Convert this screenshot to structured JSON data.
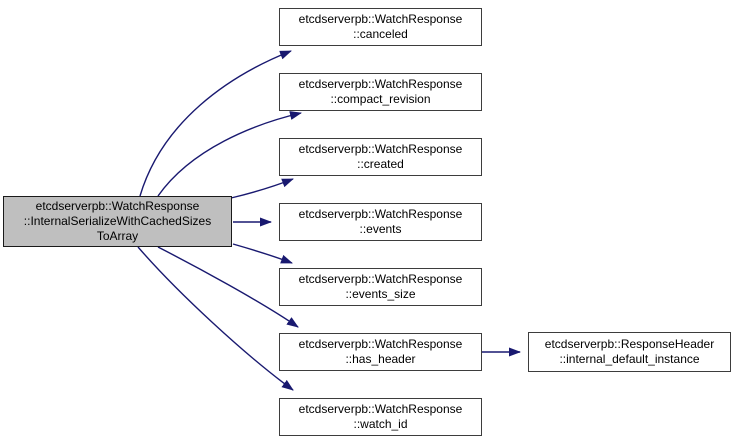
{
  "diagram": {
    "type": "call-graph",
    "background_color": "#ffffff",
    "edge_color": "#191970",
    "main_node_fill": "#bfbfbf",
    "node_fill": "#ffffff",
    "node_border_color": "#3d3d3d",
    "main_node": {
      "line1": "etcdserverpb::WatchResponse",
      "line2": "::InternalSerializeWithCachedSizes",
      "line3": "ToArray"
    },
    "nodes": {
      "canceled": {
        "line1": "etcdserverpb::WatchResponse",
        "line2": "::canceled"
      },
      "compact_revision": {
        "line1": "etcdserverpb::WatchResponse",
        "line2": "::compact_revision"
      },
      "created": {
        "line1": "etcdserverpb::WatchResponse",
        "line2": "::created"
      },
      "events": {
        "line1": "etcdserverpb::WatchResponse",
        "line2": "::events"
      },
      "events_size": {
        "line1": "etcdserverpb::WatchResponse",
        "line2": "::events_size"
      },
      "has_header": {
        "line1": "etcdserverpb::WatchResponse",
        "line2": "::has_header"
      },
      "watch_id": {
        "line1": "etcdserverpb::WatchResponse",
        "line2": "::watch_id"
      },
      "response_header": {
        "line1": "etcdserverpb::ResponseHeader",
        "line2": "::internal_default_instance"
      }
    },
    "edges": [
      {
        "from": "etcdserverpb::WatchResponse::InternalSerializeWithCachedSizesToArray",
        "to": "etcdserverpb::WatchResponse::canceled"
      },
      {
        "from": "etcdserverpb::WatchResponse::InternalSerializeWithCachedSizesToArray",
        "to": "etcdserverpb::WatchResponse::compact_revision"
      },
      {
        "from": "etcdserverpb::WatchResponse::InternalSerializeWithCachedSizesToArray",
        "to": "etcdserverpb::WatchResponse::created"
      },
      {
        "from": "etcdserverpb::WatchResponse::InternalSerializeWithCachedSizesToArray",
        "to": "etcdserverpb::WatchResponse::events"
      },
      {
        "from": "etcdserverpb::WatchResponse::InternalSerializeWithCachedSizesToArray",
        "to": "etcdserverpb::WatchResponse::events_size"
      },
      {
        "from": "etcdserverpb::WatchResponse::InternalSerializeWithCachedSizesToArray",
        "to": "etcdserverpb::WatchResponse::has_header"
      },
      {
        "from": "etcdserverpb::WatchResponse::InternalSerializeWithCachedSizesToArray",
        "to": "etcdserverpb::WatchResponse::watch_id"
      },
      {
        "from": "etcdserverpb::WatchResponse::has_header",
        "to": "etcdserverpb::ResponseHeader::internal_default_instance"
      }
    ]
  }
}
